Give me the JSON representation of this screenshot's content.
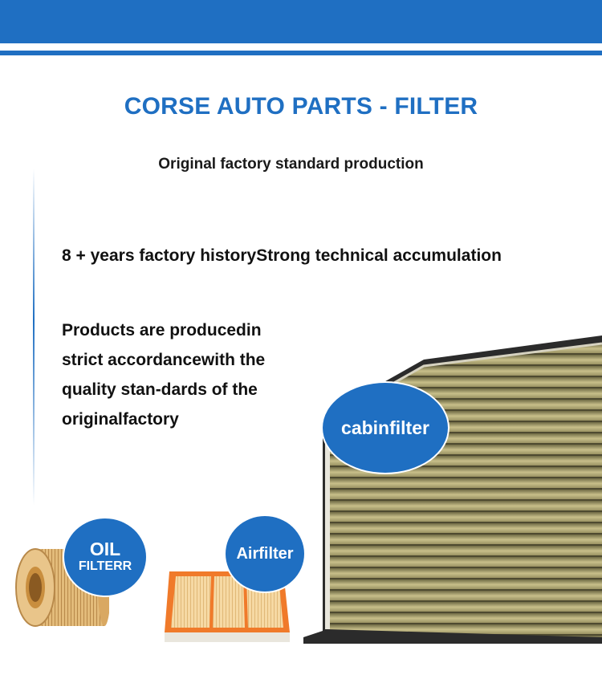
{
  "header": {
    "title": "CORSE AUTO PARTS - FILTER",
    "subtitle": "Original factory standard production"
  },
  "main": {
    "headline": "8 + years factory historyStrong technical accumulation",
    "description_lines": [
      "Products are producedin",
      "strict accordancewith the",
      "quality stan-dards of the",
      "originalfactory"
    ]
  },
  "products": {
    "cabin_label": "cabinfilter",
    "oil_label_line1": "OIL",
    "oil_label_line2": "FILTERR",
    "air_label": "Airfilter"
  },
  "colors": {
    "brand_blue": "#1f6fc2",
    "text_dark": "#111111",
    "filter_media": "#b9ae78",
    "oil_filter_paper": "#e3bb7a",
    "air_filter_frame": "#f07a2a"
  }
}
